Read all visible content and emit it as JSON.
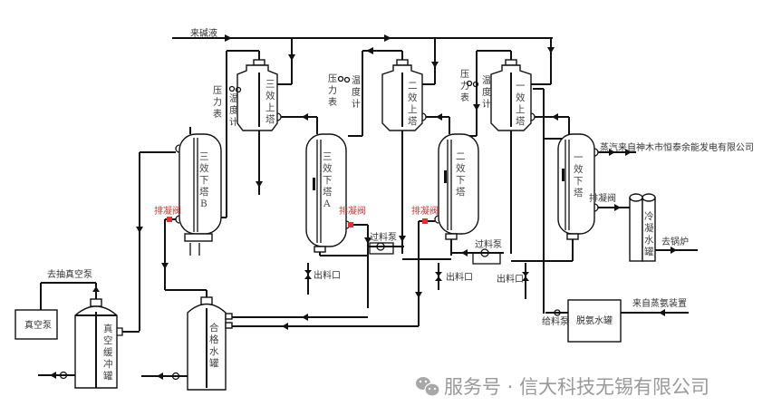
{
  "diagram": {
    "title": "三效蒸发脱氨水处理工艺流程",
    "equipment": {
      "upper_3": "三效上塔",
      "upper_2": "二效上塔",
      "upper_1": "一效上塔",
      "lower_3b": "三效下塔B",
      "lower_3a": "三效下塔A",
      "lower_2": "二效下塔",
      "lower_1": "一效下塔",
      "vac_pump": "真空泵",
      "vac_buffer": "真空缓冲罐",
      "qualified_tank": "合格水罐",
      "condensate_tank": "冷凝水罐",
      "deamm_tank": "脱氨水罐"
    },
    "labels": {
      "alkali_in": "来碱液",
      "to_vac_pump": "去抽真空泵",
      "pressure_gauge": "压力表",
      "temp_gauge": "温度计",
      "drain_valve": "排凝阀",
      "transfer_pump": "过料泵",
      "outlet": "出料口",
      "feed_pump": "给料泵",
      "steam_source": "蒸汽来自神木市恒泰余能发电有限公司",
      "to_boiler": "去锅炉",
      "from_ammonia": "来自蒸氨装置"
    },
    "watermark": {
      "icon": "wechat-icon",
      "text": "服务号 · 信大科技无锡有限公司"
    }
  }
}
